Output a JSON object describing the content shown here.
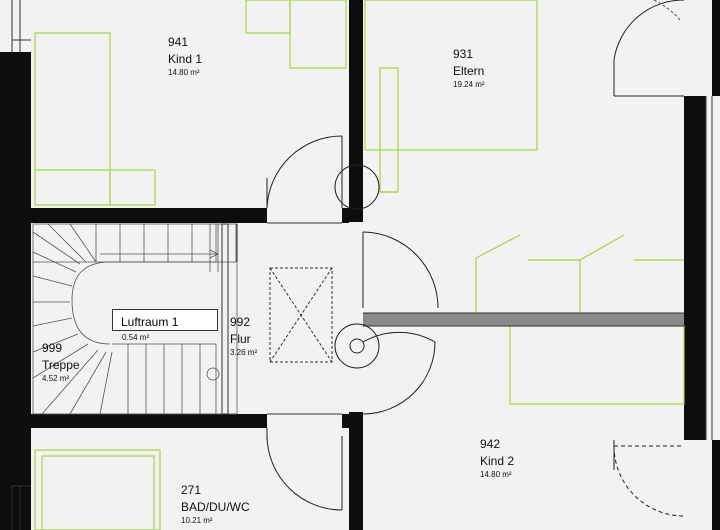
{
  "rooms": {
    "kind1": {
      "number": "941",
      "name": "Kind 1",
      "area": "14.80 m²"
    },
    "eltern": {
      "number": "931",
      "name": "Eltern",
      "area": "19.24 m²"
    },
    "luftraum": {
      "name": "Luftraum 1",
      "area": "0.54 m²"
    },
    "flur": {
      "number": "992",
      "name": "Flur",
      "area": "3.26 m²"
    },
    "treppe": {
      "number": "999",
      "name": "Treppe",
      "area": "4.52 m²"
    },
    "kind2": {
      "number": "942",
      "name": "Kind 2",
      "area": "14.80 m²"
    },
    "bad": {
      "number": "271",
      "name": "BAD/DU/WC",
      "area": "10.21 m²"
    }
  },
  "colors": {
    "wall": "#0d0d0d",
    "furniture": "#a6d63a",
    "floor": "#f2f2f2",
    "thin_line": "#333333",
    "partition": "#8a8a8a"
  }
}
